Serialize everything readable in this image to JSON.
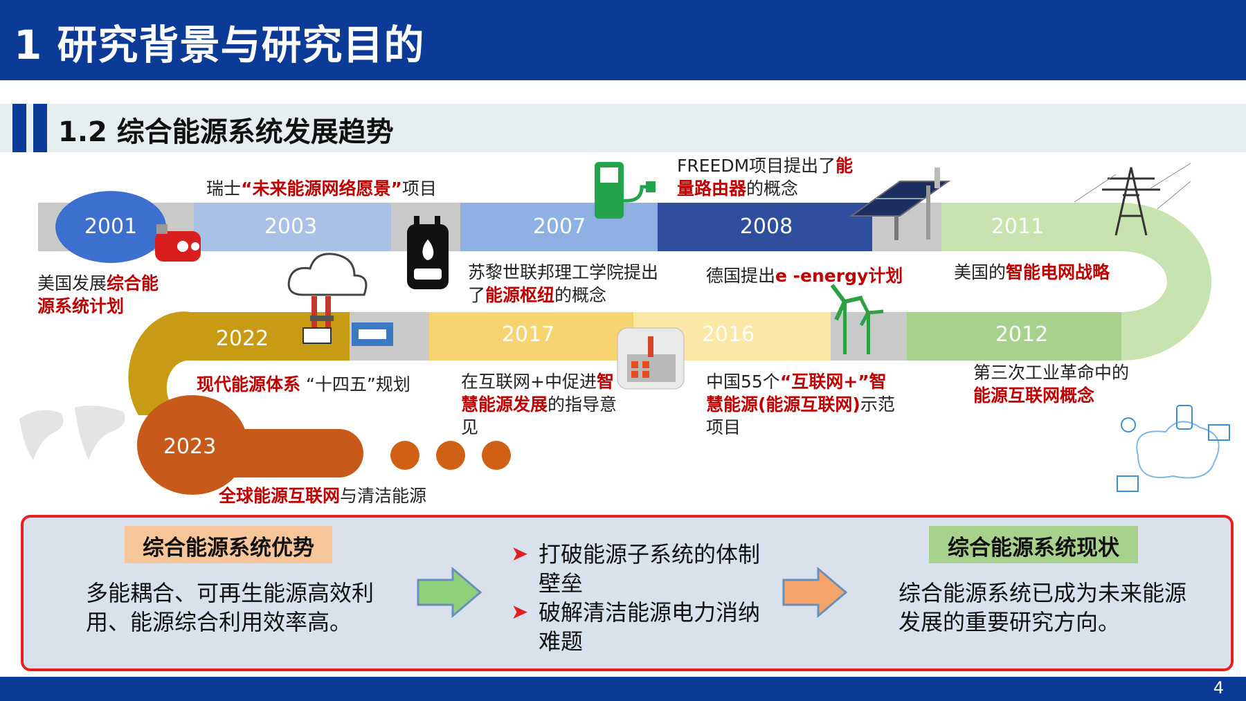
{
  "header": {
    "title": "1 研究背景与研究目的"
  },
  "section": {
    "title": "1.2 综合能源系统发展趋势"
  },
  "timeline": {
    "years": {
      "y2001": "2001",
      "y2003": "2003",
      "y2007": "2007",
      "y2008": "2008",
      "y2011": "2011",
      "y2012": "2012",
      "y2016": "2016",
      "y2017": "2017",
      "y2022": "2022",
      "y2023": "2023"
    },
    "events": {
      "e2001": {
        "pre": "美国发展",
        "hl": "综合能源系统计划",
        "post": ""
      },
      "e2003": {
        "pre": "瑞士",
        "hl": "“未来能源网络愿景”",
        "post": "项目"
      },
      "e2007": {
        "pre": "苏黎世联邦理工学院提出了",
        "hl": "能源枢纽",
        "post": "的概念"
      },
      "e2008a": {
        "pre": "FREEDM项目提出了",
        "hl": "能量路由器",
        "post": "的概念"
      },
      "e2008b": {
        "pre": "德国提出",
        "hl": "e -energy计划",
        "post": ""
      },
      "e2011": {
        "pre": "美国的",
        "hl": "智能电网战略",
        "post": ""
      },
      "e2012": {
        "pre": "第三次工业革命中的",
        "hl": "能源互联网概念",
        "post": ""
      },
      "e2016": {
        "pre": "中国55个",
        "hl": "“互联网+”智慧能源(能源互联网)",
        "post": "示范项目"
      },
      "e2017": {
        "pre": "在互联网+中促进",
        "hl": "智慧能源发展",
        "post": "的指导意见"
      },
      "e2022": {
        "pre": "",
        "hl": "现代能源体系",
        "post": "“十四五”规划"
      },
      "e2023": {
        "pre": "",
        "hl": "全球能源互联网",
        "post": "与清洁能源"
      }
    }
  },
  "summary": {
    "left_tag": "综合能源系统优势",
    "left_text": "多能耦合、可再生能源高效利用、能源综合利用效率高。",
    "bullets": [
      "打破能源子系统的体制壁垒",
      "破解清洁能源电力消纳难题"
    ],
    "right_tag": "综合能源系统现状",
    "right_text": "综合能源系统已成为未来能源发展的重要研究方向。"
  },
  "footer": {
    "page_number": "4"
  },
  "colors": {
    "header_blue": "#0b3a97",
    "highlight_red": "#c00000",
    "box_border": "#e52020",
    "tag_orange": "#f6c59a",
    "tag_green": "#a9d18e",
    "arrow_green": "#8fd07a",
    "arrow_orange": "#f4a46a"
  },
  "icons": [
    "boiler-icon",
    "cloud-power-icon",
    "water-heater-icon",
    "ev-charger-icon",
    "solar-panel-icon",
    "transmission-tower-icon",
    "factory-icon",
    "wind-turbine-icon",
    "world-map-icon",
    "network-devices-icon"
  ]
}
